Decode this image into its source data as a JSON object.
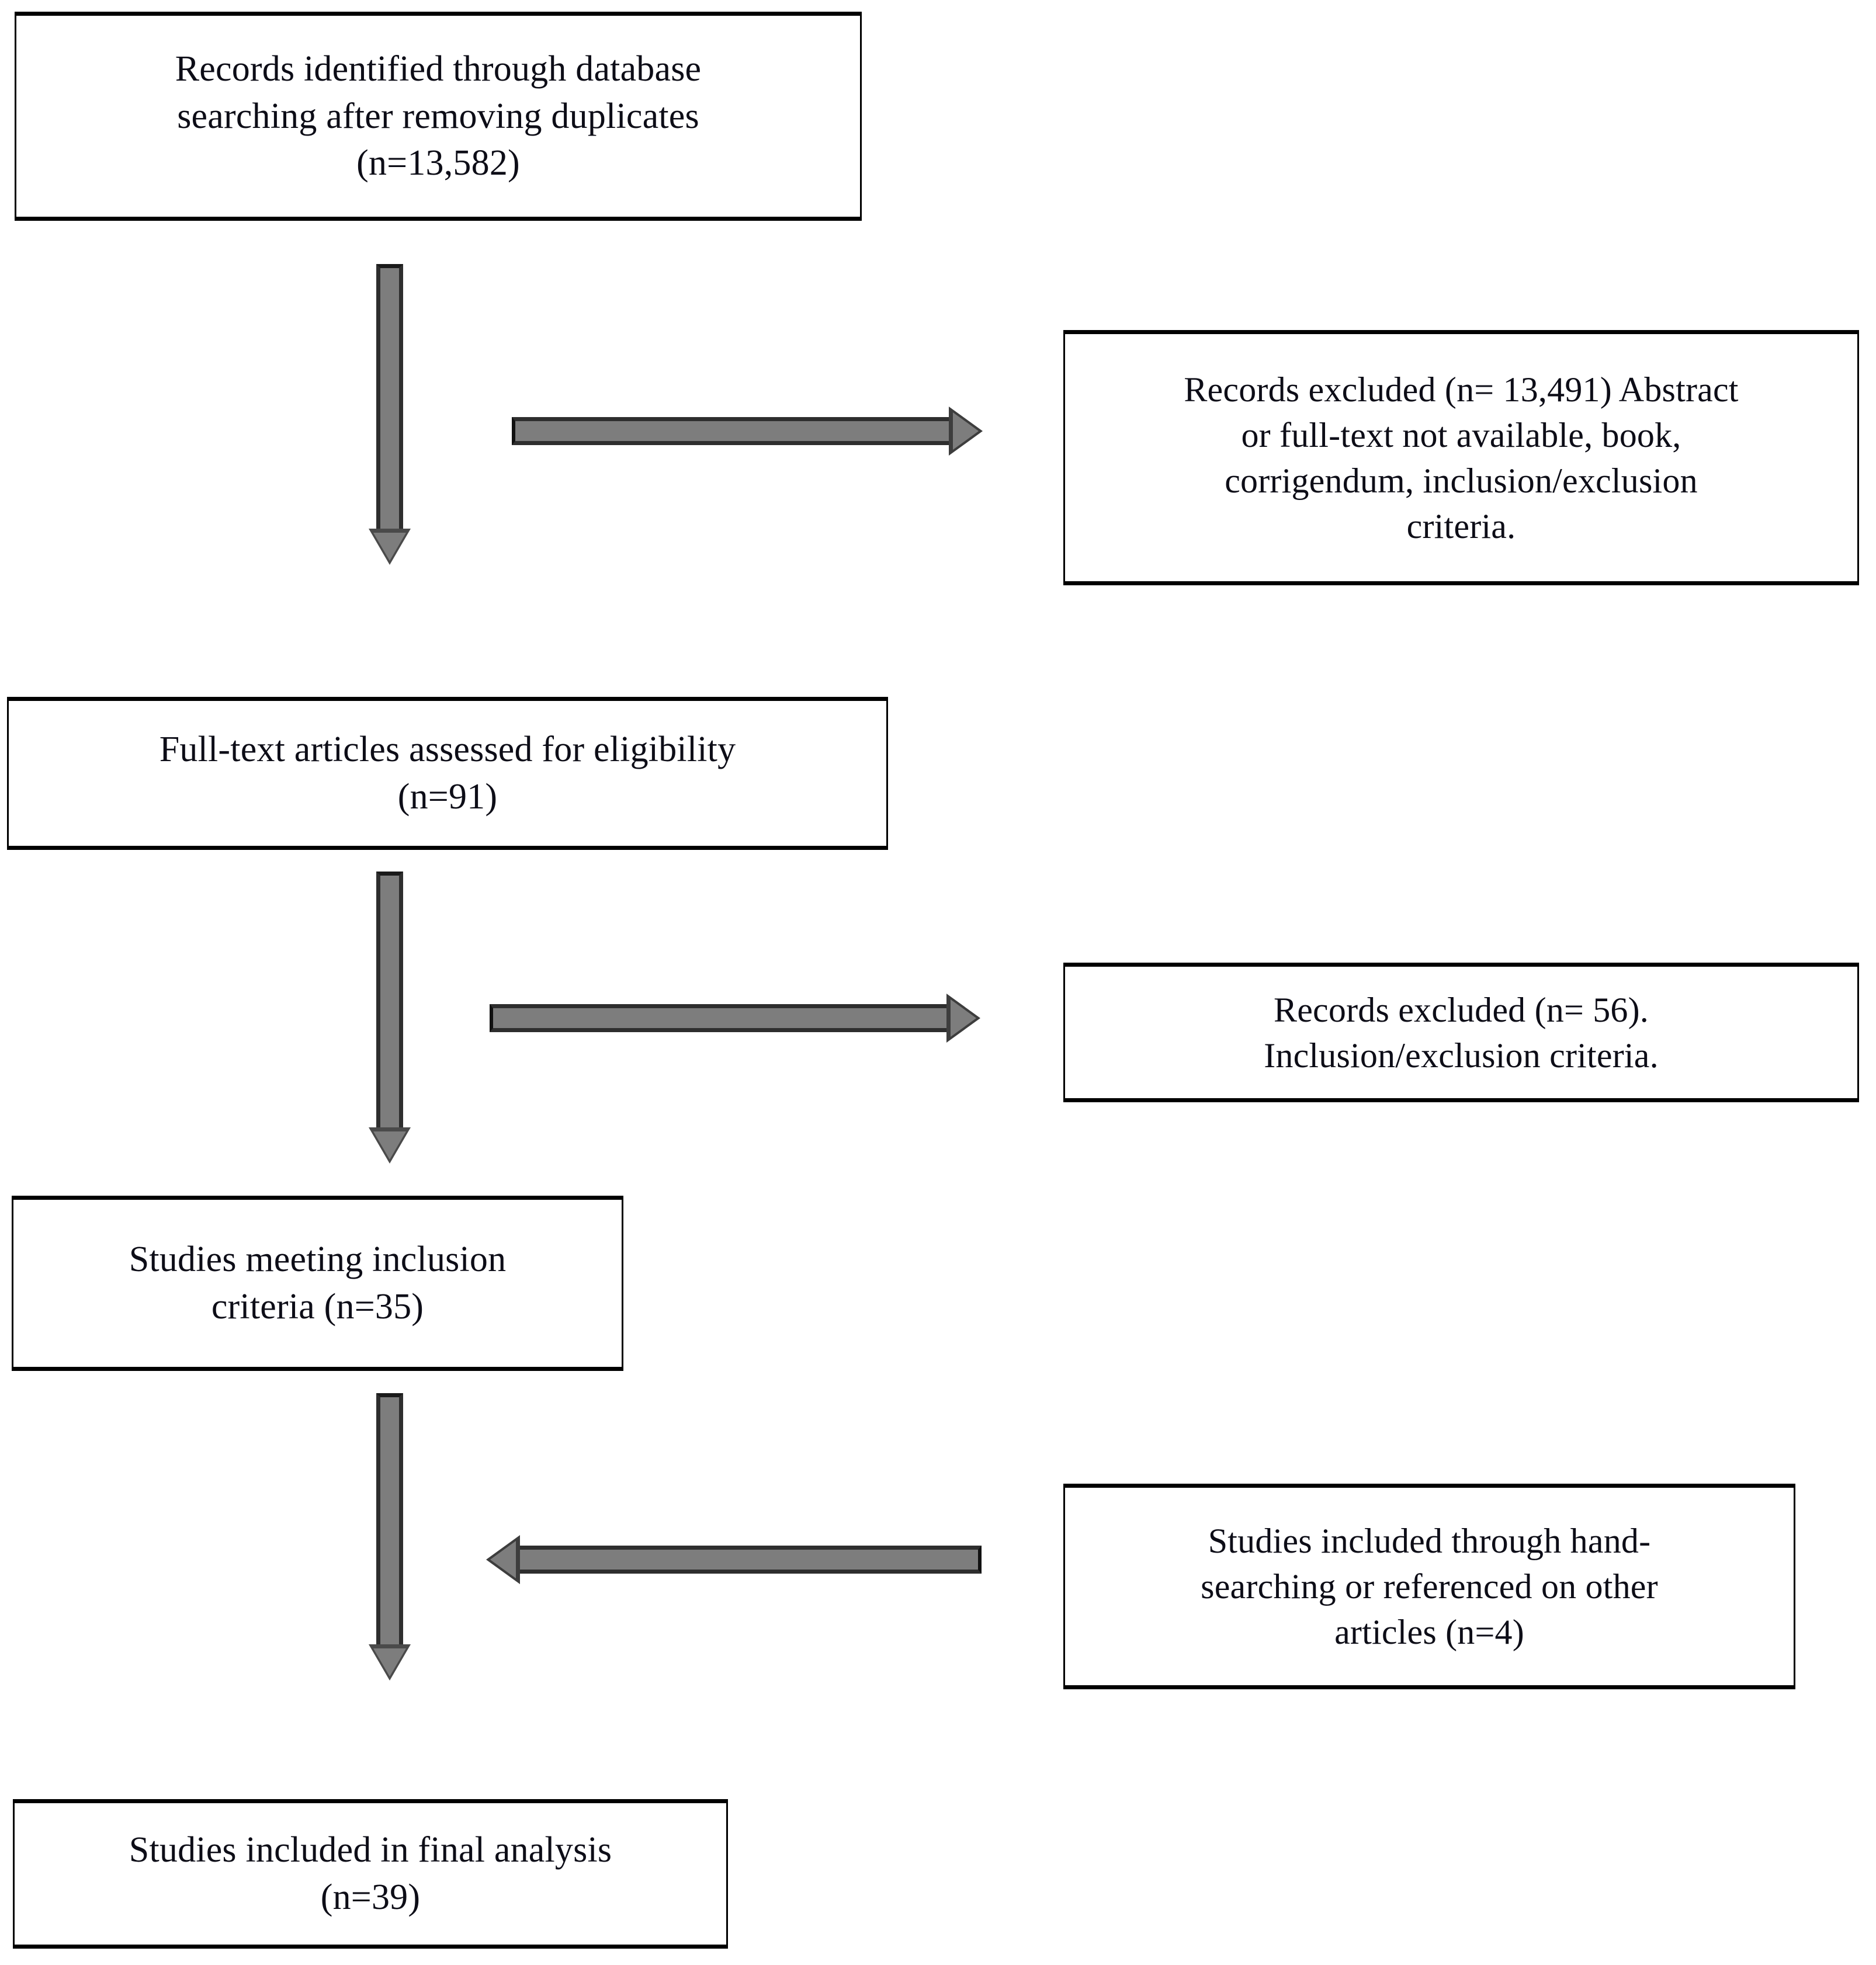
{
  "diagram": {
    "type": "prisma-flow-diagram",
    "title": "PRISMA study selection flow diagram",
    "colors": {
      "background": "#ffffff",
      "box_border": "#000000",
      "text": "#0d0d17",
      "arrow_fill": "#7d7d7d",
      "arrow_edge": "#2e2e2e"
    },
    "nodes": [
      {
        "id": "identified",
        "role": "identification",
        "text": "Records identified through database\nsearching after removing duplicates\n(n=13,582)",
        "count_label": "(n=13,582)",
        "count": 13582
      },
      {
        "id": "excluded-1",
        "role": "exclusion",
        "text": "Records excluded (n= 13,491) Abstract\nor full-text not available, book,\ncorrigendum, inclusion/exclusion\ncriteria.",
        "count_label": "(n= 13,491)",
        "count": 13491
      },
      {
        "id": "fulltext",
        "role": "eligibility",
        "text": "Full-text articles assessed for eligibility\n(n=91)",
        "count_label": "(n=91)",
        "count": 91
      },
      {
        "id": "excluded-2",
        "role": "exclusion",
        "text": "Records excluded (n= 56).\nInclusion/exclusion criteria.",
        "count_label": "(n= 56)",
        "count": 56
      },
      {
        "id": "meeting-inclusion",
        "role": "included",
        "text": "Studies meeting inclusion\ncriteria (n=35)",
        "count_label": "(n=35)",
        "count": 35
      },
      {
        "id": "hand-searching",
        "role": "additional",
        "text": "Studies included through hand-\nsearching or referenced on other\narticles (n=4)",
        "count_label": "(n=4)",
        "count": 4
      },
      {
        "id": "final",
        "role": "final",
        "text": "Studies included in final analysis\n(n=39)",
        "count_label": "(n=39)",
        "count": 39
      }
    ],
    "edges": [
      {
        "id": "edge-1",
        "from": "identified",
        "to": "fulltext",
        "direction": "down"
      },
      {
        "id": "edge-2",
        "from": "identified",
        "to": "excluded-1",
        "direction": "right"
      },
      {
        "id": "edge-3",
        "from": "fulltext",
        "to": "meeting-inclusion",
        "direction": "down"
      },
      {
        "id": "edge-4",
        "from": "fulltext",
        "to": "excluded-2",
        "direction": "right"
      },
      {
        "id": "edge-5",
        "from": "meeting-inclusion",
        "to": "final",
        "direction": "down"
      },
      {
        "id": "edge-6",
        "from": "hand-searching",
        "to": "final",
        "direction": "left"
      }
    ]
  }
}
